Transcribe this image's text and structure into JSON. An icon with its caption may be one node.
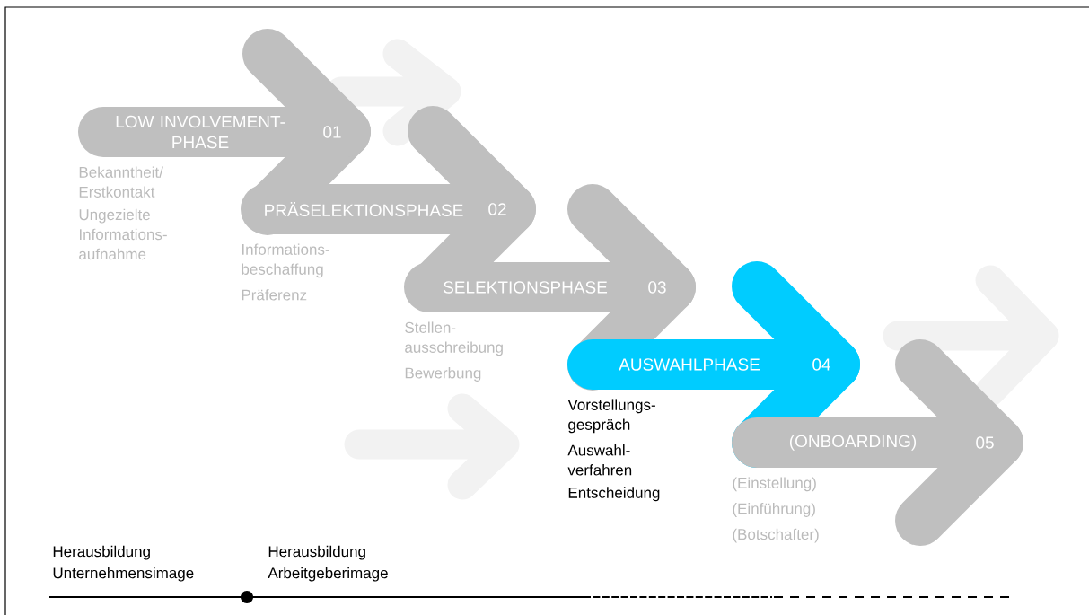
{
  "diagram": {
    "nodes": [
      {
        "text": [
          "LOW INVOLVEMENT- PHASE",
          "01"
        ],
        "beside": [
          "Bekanntheit/ Erstkontakt",
          "Ungezielte Informations- aufnahme"
        ]
      },
      {
        "text": [
          "PRÄSELEKTIONSPHASE",
          "02"
        ],
        "beside": [
          "Informations- beschaffung",
          "Präferenz"
        ]
      },
      {
        "text": [
          "SELEKTIONSPHASE",
          "03"
        ],
        "beside": [
          "Stellen- ausschreibung",
          "Bewerbung"
        ]
      },
      {
        "text": [
          "AUSWAHLPHASE",
          "04"
        ],
        "beside": [
          "Vorstellungs- gespräch",
          "Auswahl- verfahren",
          "Entscheidung"
        ]
      },
      {
        "text": [
          "(ONBOARDING)",
          "05"
        ],
        "beside": [
          "(Einstellung)",
          "(Einführung)",
          "(Botschafter)"
        ]
      }
    ],
    "labels": [
      "Herausbildung Unternehmensimage",
      "Herausbildung Arbeitgeberimage"
    ]
  }
}
